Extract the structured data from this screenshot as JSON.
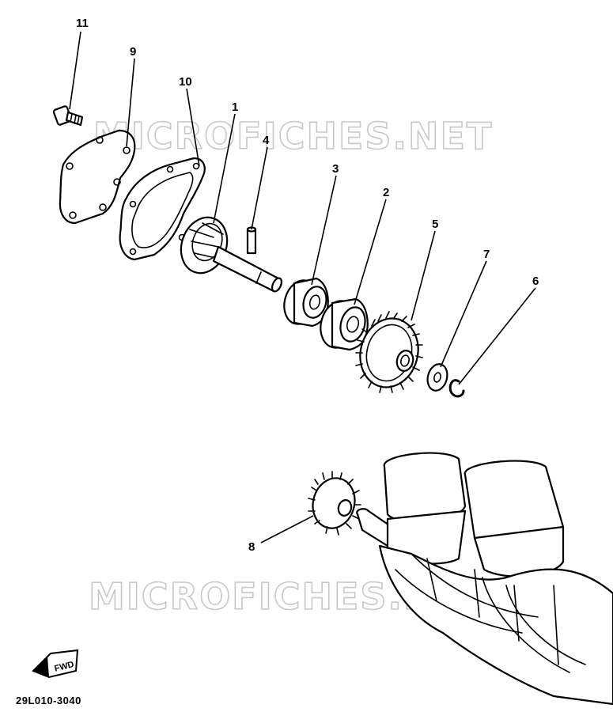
{
  "watermark": {
    "top": "MICROFICHES.NET",
    "bottom": "MICROFICHES.NET"
  },
  "callouts": [
    {
      "id": "11",
      "label": "11"
    },
    {
      "id": "9",
      "label": "9"
    },
    {
      "id": "10",
      "label": "10"
    },
    {
      "id": "1",
      "label": "1"
    },
    {
      "id": "4",
      "label": "4"
    },
    {
      "id": "3",
      "label": "3"
    },
    {
      "id": "2",
      "label": "2"
    },
    {
      "id": "5",
      "label": "5"
    },
    {
      "id": "7",
      "label": "7"
    },
    {
      "id": "6",
      "label": "6"
    },
    {
      "id": "8",
      "label": "8"
    }
  ],
  "fwd_label": "FWD",
  "reference_code": "29L010-3040"
}
